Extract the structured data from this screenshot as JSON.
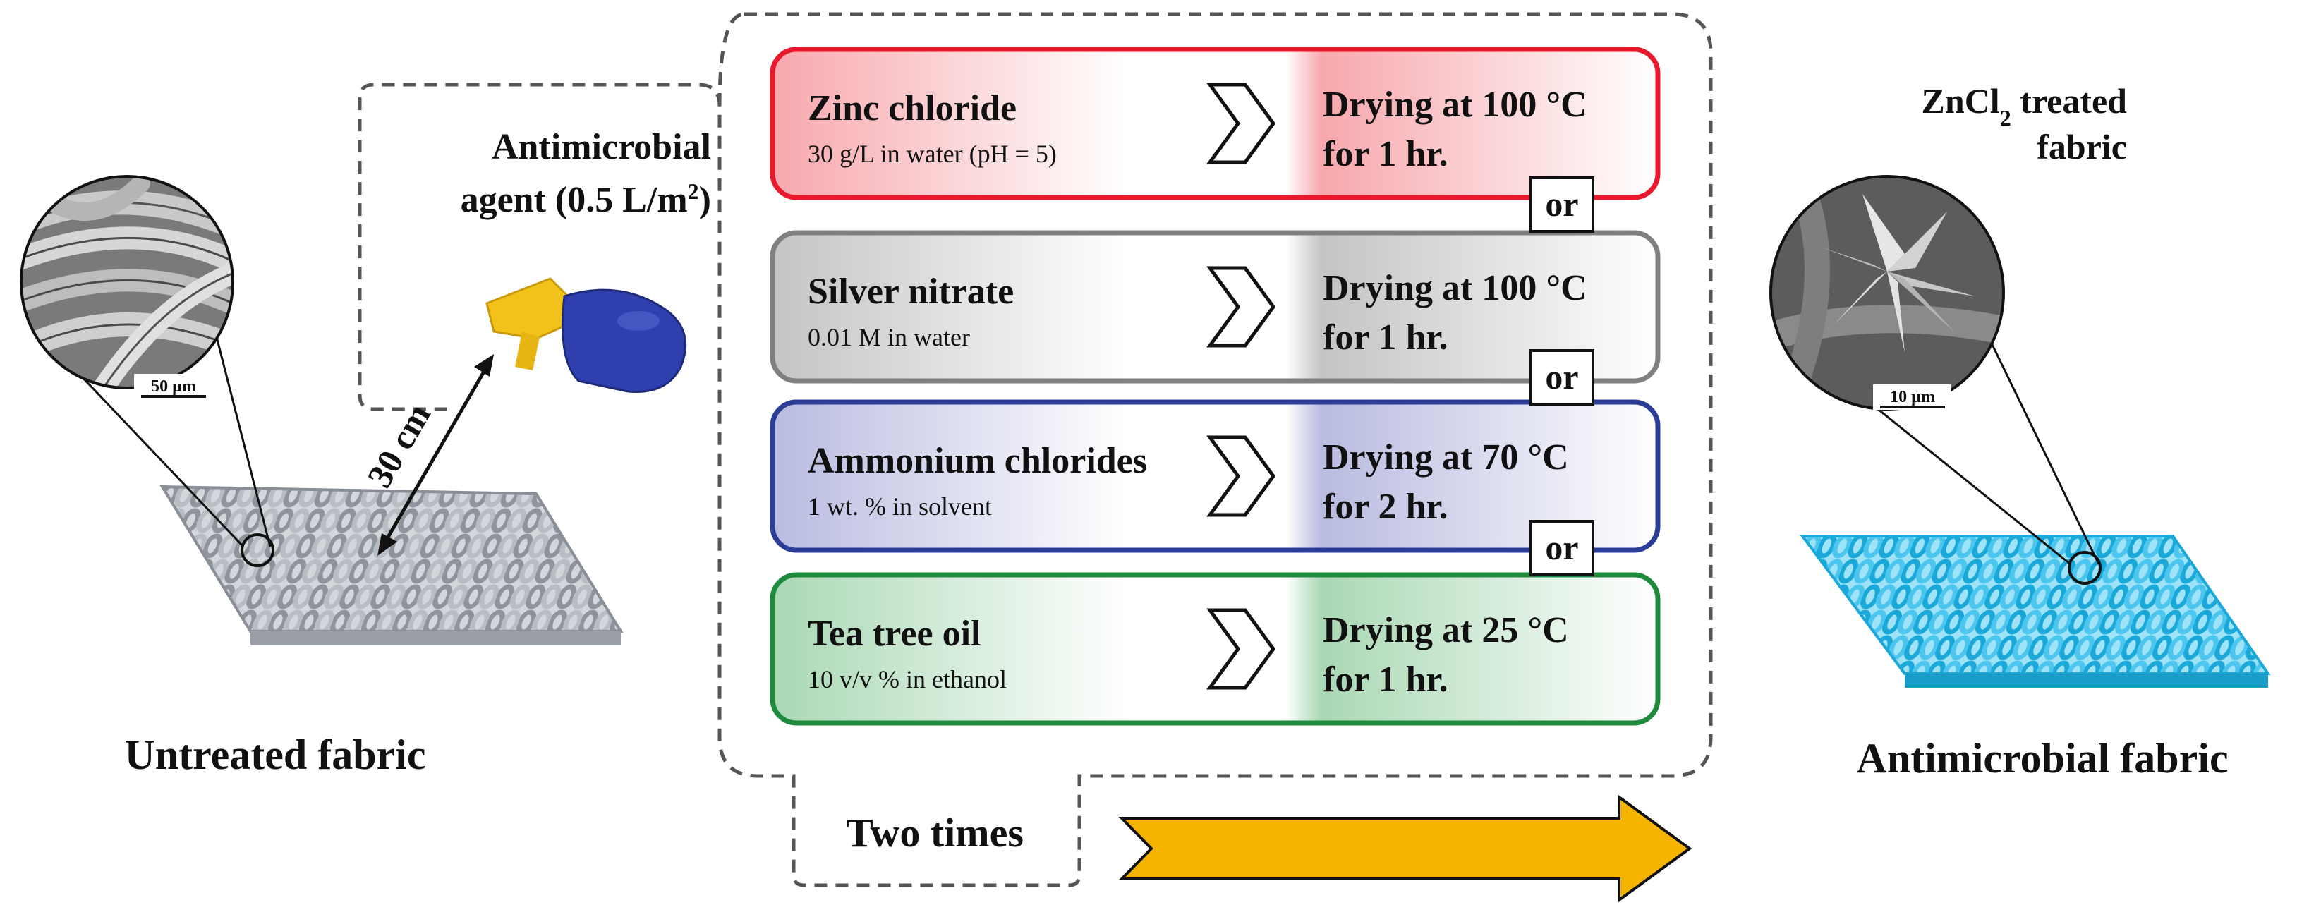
{
  "left": {
    "agent_label_line1": "Antimicrobial",
    "agent_label_line2": "agent (0.5 L/m",
    "agent_label_sup": "2",
    "agent_label_end": ")",
    "distance_label": "30 cm",
    "scale_bar_label": "50 µm",
    "caption": "Untreated fabric"
  },
  "options": [
    {
      "agent": "Zinc chloride",
      "detail": "30 g/L in water (pH = 5)",
      "drying_line1": "Drying at 100 °C",
      "drying_line2": "for 1 hr.",
      "border": "#e8192c",
      "tint": "#f7a8ad"
    },
    {
      "agent": "Silver nitrate",
      "detail": "0.01 M in water",
      "drying_line1": "Drying at 100 °C",
      "drying_line2": "for 1 hr.",
      "border": "#808080",
      "tint": "#c4c4c4"
    },
    {
      "agent": "Ammonium chlorides",
      "detail": "1 wt. % in solvent",
      "drying_line1": "Drying at 70 °C",
      "drying_line2": "for 2 hr.",
      "border": "#2b3d97",
      "tint": "#b9bbe0"
    },
    {
      "agent": "Tea tree oil",
      "detail": "10 v/v % in ethanol",
      "drying_line1": "Drying at 25 °C",
      "drying_line2": "for 1 hr.",
      "border": "#1e8a3c",
      "tint": "#a9d8b4"
    }
  ],
  "connector_label": "or",
  "repeat_label": "Two times",
  "right": {
    "sem_label_prefix": "ZnCl",
    "sem_label_sub": "2",
    "sem_label_suffix": " treated",
    "sem_label_line2": "fabric",
    "scale_bar_label": "10 µm",
    "caption": "Antimicrobial fabric"
  },
  "colors": {
    "untreated_fabric": "#a9adb5",
    "treated_fabric": "#3bbde6",
    "arrow_fill": "#f5b400",
    "sprayer_head": "#f2c21b",
    "sprayer_bottle": "#2f3fae"
  }
}
